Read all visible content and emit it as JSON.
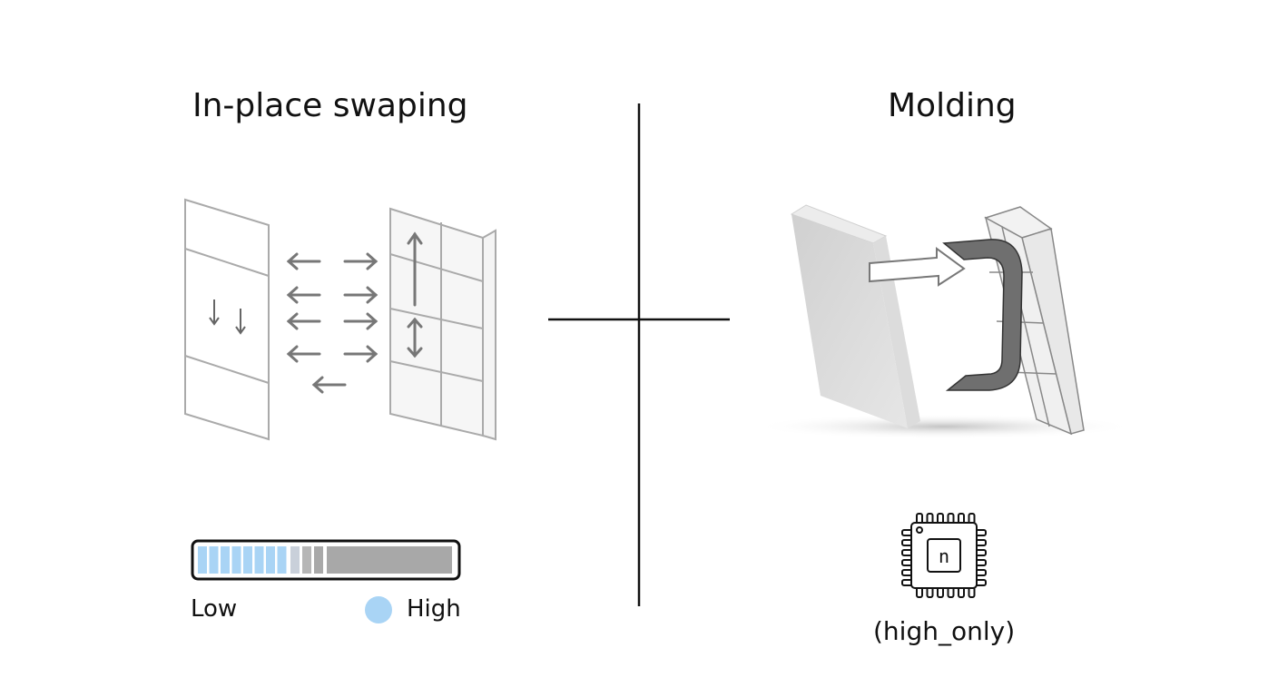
{
  "left_panel": {
    "title": "In-place swaping",
    "legend": {
      "low_label": "Low",
      "high_label": "High"
    },
    "meter": {
      "light_segments": 8,
      "mid_segments": 3
    }
  },
  "right_panel": {
    "title": "Molding",
    "chip_caption": "(high_only)",
    "chip_glyph": "n"
  },
  "colors": {
    "high": "#a9d4f5",
    "arrow": "#777777",
    "ink": "#111111"
  }
}
